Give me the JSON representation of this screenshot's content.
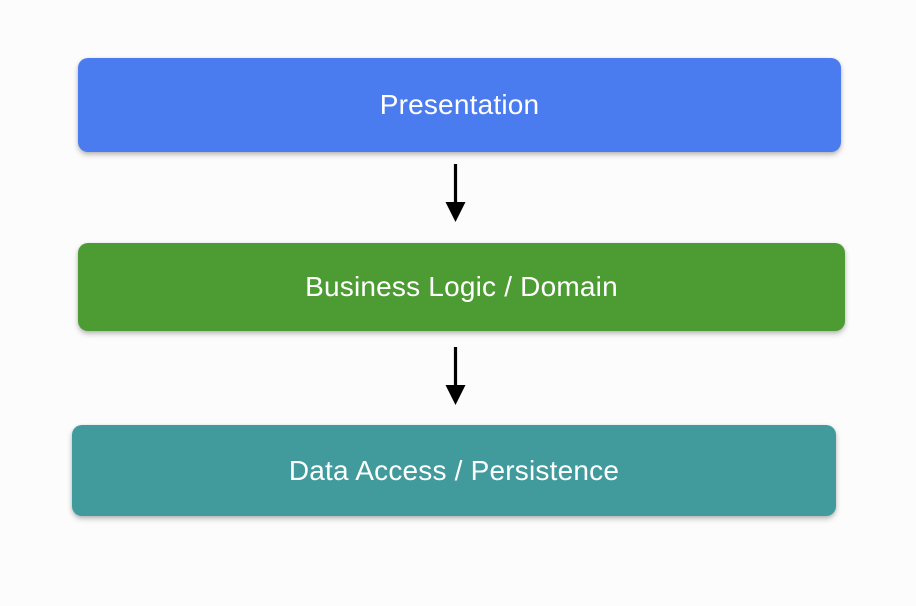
{
  "diagram": {
    "type": "layered-architecture-flow",
    "background_color": "#fcfcfc",
    "orientation": "vertical-top-down",
    "layers": [
      {
        "id": "presentation",
        "label": "Presentation",
        "color": "#4a7cf0",
        "text_color": "#ffffff",
        "order": 1
      },
      {
        "id": "business-logic",
        "label": "Business Logic / Domain",
        "color": "#4c9c33",
        "text_color": "#ffffff",
        "order": 2
      },
      {
        "id": "data-access",
        "label": "Data Access / Persistence",
        "color": "#419b9c",
        "text_color": "#ffffff",
        "order": 3
      }
    ],
    "connectors": [
      {
        "id": "presentation-to-business",
        "from": "presentation",
        "to": "business-logic",
        "direction": "down",
        "color": "#000000",
        "style": "solid-arrow"
      },
      {
        "id": "business-to-data",
        "from": "business-logic",
        "to": "data-access",
        "direction": "down",
        "color": "#000000",
        "style": "solid-arrow"
      }
    ]
  }
}
